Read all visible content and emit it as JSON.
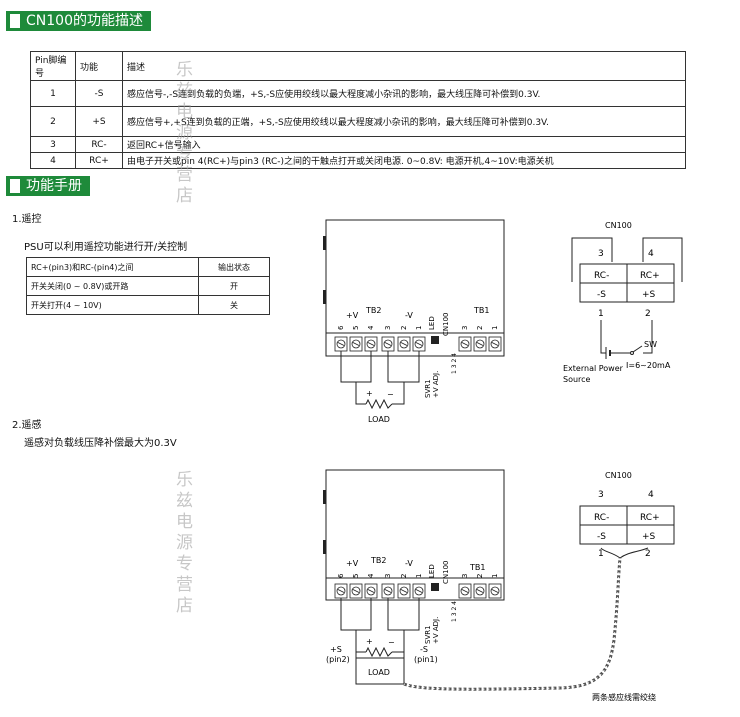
{
  "section1": {
    "title": "CN100的功能描述"
  },
  "pin_table": {
    "headers": [
      "Pin脚编号",
      "功能",
      "描述"
    ],
    "rows": [
      [
        "1",
        "-S",
        "感应信号-,-S连到负载的负端，+S,-S应使用绞线以最大程度减小杂讯的影响，最大线压降可补偿到0.3V."
      ],
      [
        "2",
        "+S",
        "感应信号+,+S连到负载的正端，+S,-S应使用绞线以最大程度减小杂讯的影响，最大线压降可补偿到0.3V."
      ],
      [
        "3",
        "RC-",
        "返回RC+信号输入"
      ],
      [
        "4",
        "RC+",
        "由电子开关或pin 4(RC+)与pin3 (RC-)之间的干触点打开或关闭电源. 0~0.8V: 电源开机,4~10V:电源关机"
      ]
    ]
  },
  "section2": {
    "title": "功能手册"
  },
  "remote_control": {
    "heading": "1.遥控",
    "intro": "PSU可以利用遥控功能进行开/关控制",
    "table": {
      "headers": [
        "RC+(pin3)和RC-(pin4)之间",
        "输出状态"
      ],
      "rows": [
        [
          "开关关闭(0 ~ 0.8V)或开路",
          "开"
        ],
        [
          "开关打开(4 ~ 10V)",
          "关"
        ]
      ]
    }
  },
  "remote_sense": {
    "heading": "2.遥感",
    "desc": "遥感对负载线压降补偿最大为0.3V"
  },
  "watermark": {
    "text": "乐兹电源专营店"
  },
  "diagram1": {
    "tb2": "TB2",
    "tb1": "TB1",
    "plus_v": "+V",
    "minus_v": "-V",
    "tb2_pins": [
      "6",
      "5",
      "4",
      "3",
      "2",
      "1"
    ],
    "tb1_pins": [
      "3",
      "2",
      "1"
    ],
    "led": "LED",
    "cn100": "CN100",
    "svr1": "SVR1",
    "vadj": "+V ADJ.",
    "jumper": "1 3 2 4",
    "load": "LOAD",
    "plus": "+",
    "minus": "−",
    "cn_title": "CN100",
    "cn_pin_top": [
      "3",
      "4"
    ],
    "cn_cells": [
      "RC-",
      "RC+",
      "-S",
      "+S"
    ],
    "cn_pin_bottom": [
      "1",
      "2"
    ],
    "ext_power": "External Power",
    "source": "Source",
    "sw": "SW",
    "current": "I=6~20mA"
  },
  "diagram2": {
    "plus_s": "+S",
    "pin2": "(pin2)",
    "minus_s": "-S",
    "pin1": "(pin1)",
    "twisted": "两条感应线需绞绕"
  }
}
